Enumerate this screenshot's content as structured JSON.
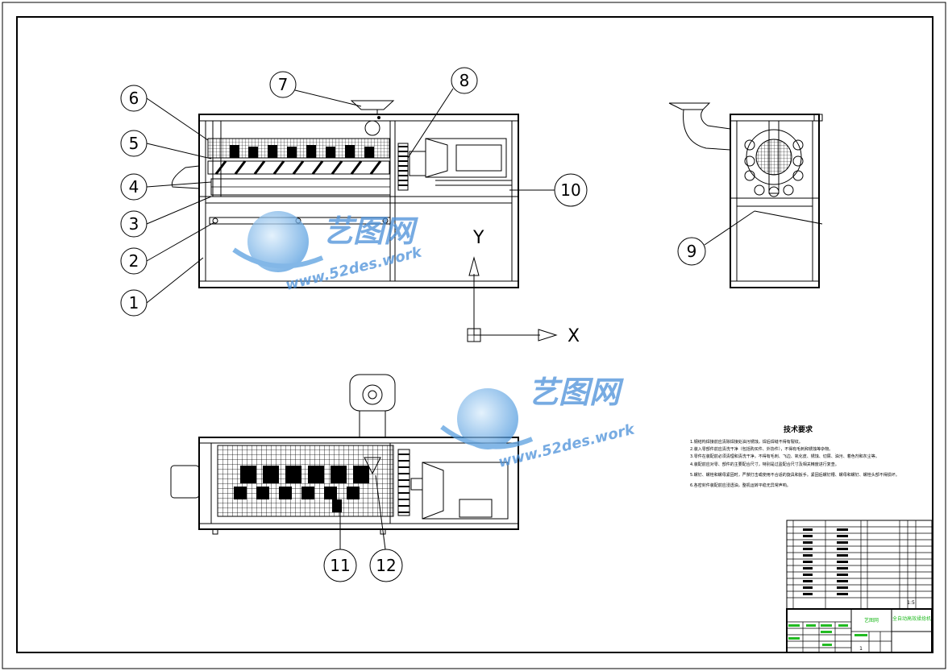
{
  "callouts": {
    "c1": "1",
    "c2": "2",
    "c3": "3",
    "c4": "4",
    "c5": "5",
    "c6": "6",
    "c7": "7",
    "c8": "8",
    "c9": "9",
    "c10": "10",
    "c11": "11",
    "c12": "12"
  },
  "axis": {
    "x_label": "X",
    "y_label": "Y"
  },
  "watermark": {
    "brand": "艺图网",
    "url": "www.52des.work",
    "color": "#4a90d9"
  },
  "tech_requirements": {
    "title": "技术要求",
    "items": [
      "1.钢结构焊接前应清除焊接处油污锈蚀，焊后焊缝不得有裂纹。",
      "2.装入零部件前应清洗干净（包括购买件、外协件），不得有毛刺和锈蚀等杂物。",
      "3.零件在装配前必须清理和清洗干净，不得有毛刺、飞边、氧化皮、锈蚀、切屑、油污、着色剂和灰尘等。",
      "4.装配前应对零、部件的主要配合尺寸，特别是过盈配合尺寸及相关精度进行复查。",
      "5.螺钉、螺栓和螺母紧固时，严禁打击或使用不合适的旋具和扳手。紧固后螺钉槽、螺母和螺钉、螺栓头部不得损坏。",
      "6.各密封件装配前应浸透油，整机运转平稳无异常声响。"
    ]
  },
  "title_block": {
    "drawing_name": "全自动高效揉捻机",
    "company": "艺图网",
    "scale": "1:5",
    "sheet": "1",
    "accent_color": "#22bb22"
  }
}
